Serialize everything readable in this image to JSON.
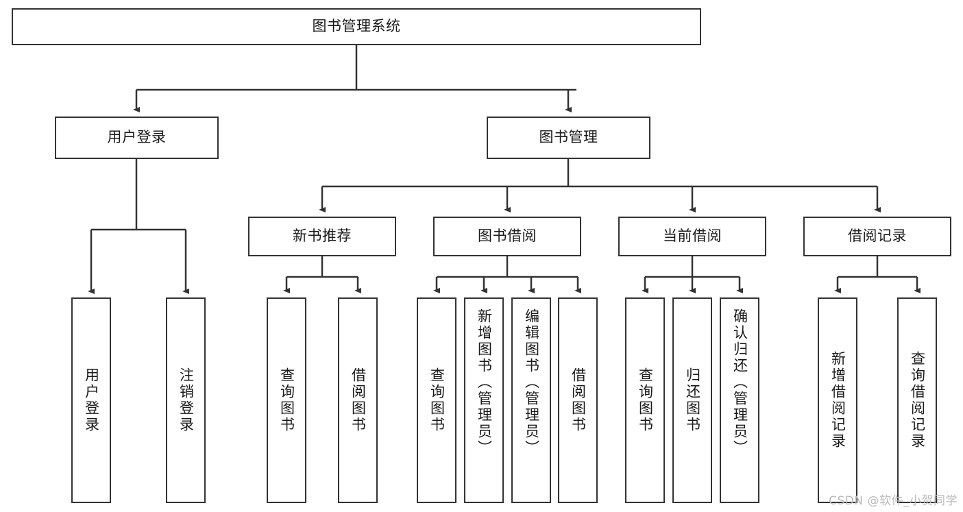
{
  "diagram": {
    "title": "图书管理系统",
    "type": "tree-hierarchy",
    "orientation": "top-down",
    "stroke_color": "#333333",
    "fill_color": "#ffffff",
    "text_color": "#1a1a1a"
  },
  "watermark": {
    "text": "CSDN @软件_小贺同学"
  },
  "nodes": {
    "root": {
      "label": "图书管理系统"
    },
    "level2": [
      {
        "label": "用户登录"
      },
      {
        "label": "图书管理"
      }
    ],
    "level3": [
      {
        "label": "新书推荐"
      },
      {
        "label": "图书借阅"
      },
      {
        "label": "当前借阅"
      },
      {
        "label": "借阅记录"
      }
    ],
    "leaves": {
      "user_login": [
        {
          "label": "用户登录"
        },
        {
          "label": "注销登录"
        }
      ],
      "new_book_recommend": [
        {
          "label": "查询图书"
        },
        {
          "label": "借阅图书"
        }
      ],
      "book_borrow": [
        {
          "label": "查询图书"
        },
        {
          "label": "新增图书（管理员）"
        },
        {
          "label": "编辑图书（管理员）"
        },
        {
          "label": "借阅图书"
        }
      ],
      "current_borrow": [
        {
          "label": "查询图书"
        },
        {
          "label": "归还图书"
        },
        {
          "label": "确认归还（管理员）"
        }
      ],
      "borrow_record": [
        {
          "label": "新增借阅记录"
        },
        {
          "label": "查询借阅记录"
        }
      ]
    }
  }
}
